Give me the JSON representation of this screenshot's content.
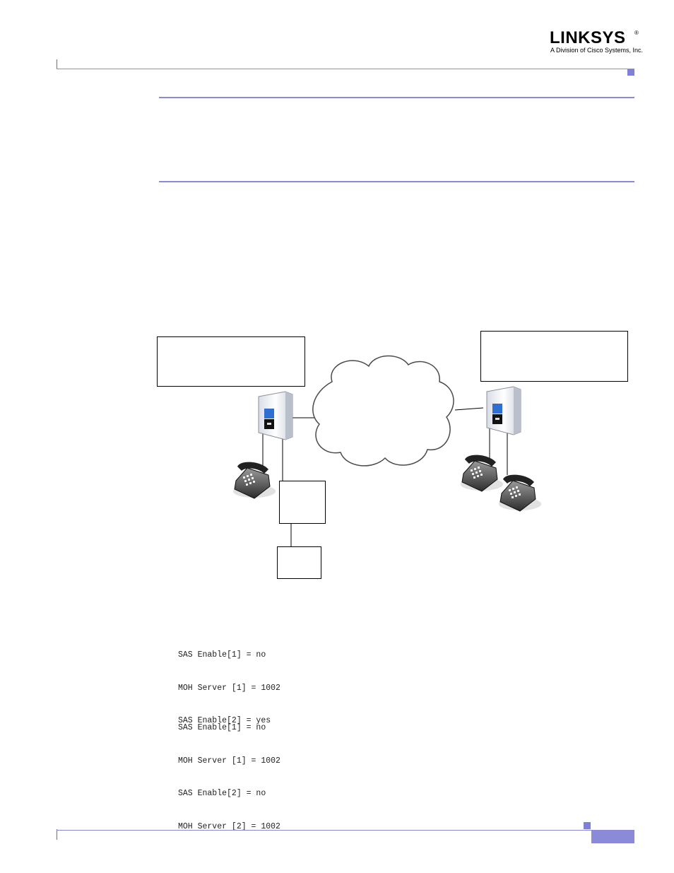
{
  "header": {
    "logo_text": "LINKSYS",
    "logo_registered": "®",
    "logo_tagline": "A Division of Cisco Systems, Inc."
  },
  "code_block_1": {
    "lines": [
      "SAS Enable[1] = no",
      "MOH Server [1] = 1002",
      "SAS Enable[2] = yes"
    ]
  },
  "code_block_2": {
    "lines": [
      "SAS Enable[1] = no",
      "MOH Server [1] = 1002",
      "SAS Enable[2] = no",
      "MOH Server [2] = 1002"
    ]
  },
  "colors": {
    "accent": "#8a8ad8",
    "rule_gray": "#6f6f6f"
  },
  "diagram_icons": [
    "cloud-icon",
    "gateway-device-icon",
    "telephone-icon"
  ]
}
